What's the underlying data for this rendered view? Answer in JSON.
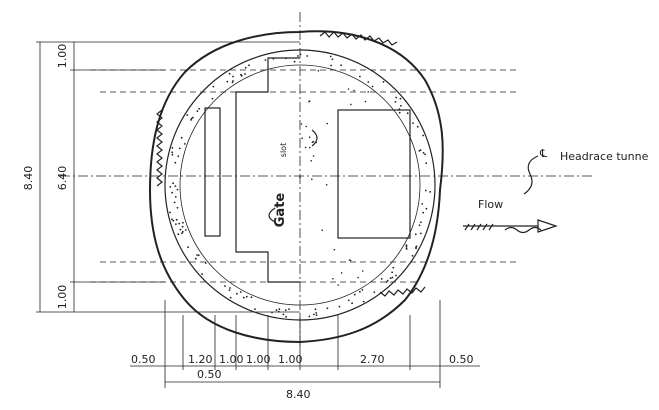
{
  "labels": {
    "centerline": "℄",
    "headrace": "Headrace tunne",
    "flow": "Flow",
    "gate": "Gate",
    "slot": "slot"
  },
  "vertical_dims": {
    "total": "8.40",
    "middle": "6.40",
    "top": "1.00",
    "bottom": "1.00"
  },
  "horizontal_dims": {
    "left_edge": "0.50",
    "a": "1.20",
    "b": "1.00",
    "c": "1.00",
    "d": "1.00",
    "e": "2.70",
    "right_edge": "0.50",
    "under": "0.50",
    "total": "8.40"
  },
  "colors": {
    "line": "#222222",
    "background": "#ffffff"
  }
}
